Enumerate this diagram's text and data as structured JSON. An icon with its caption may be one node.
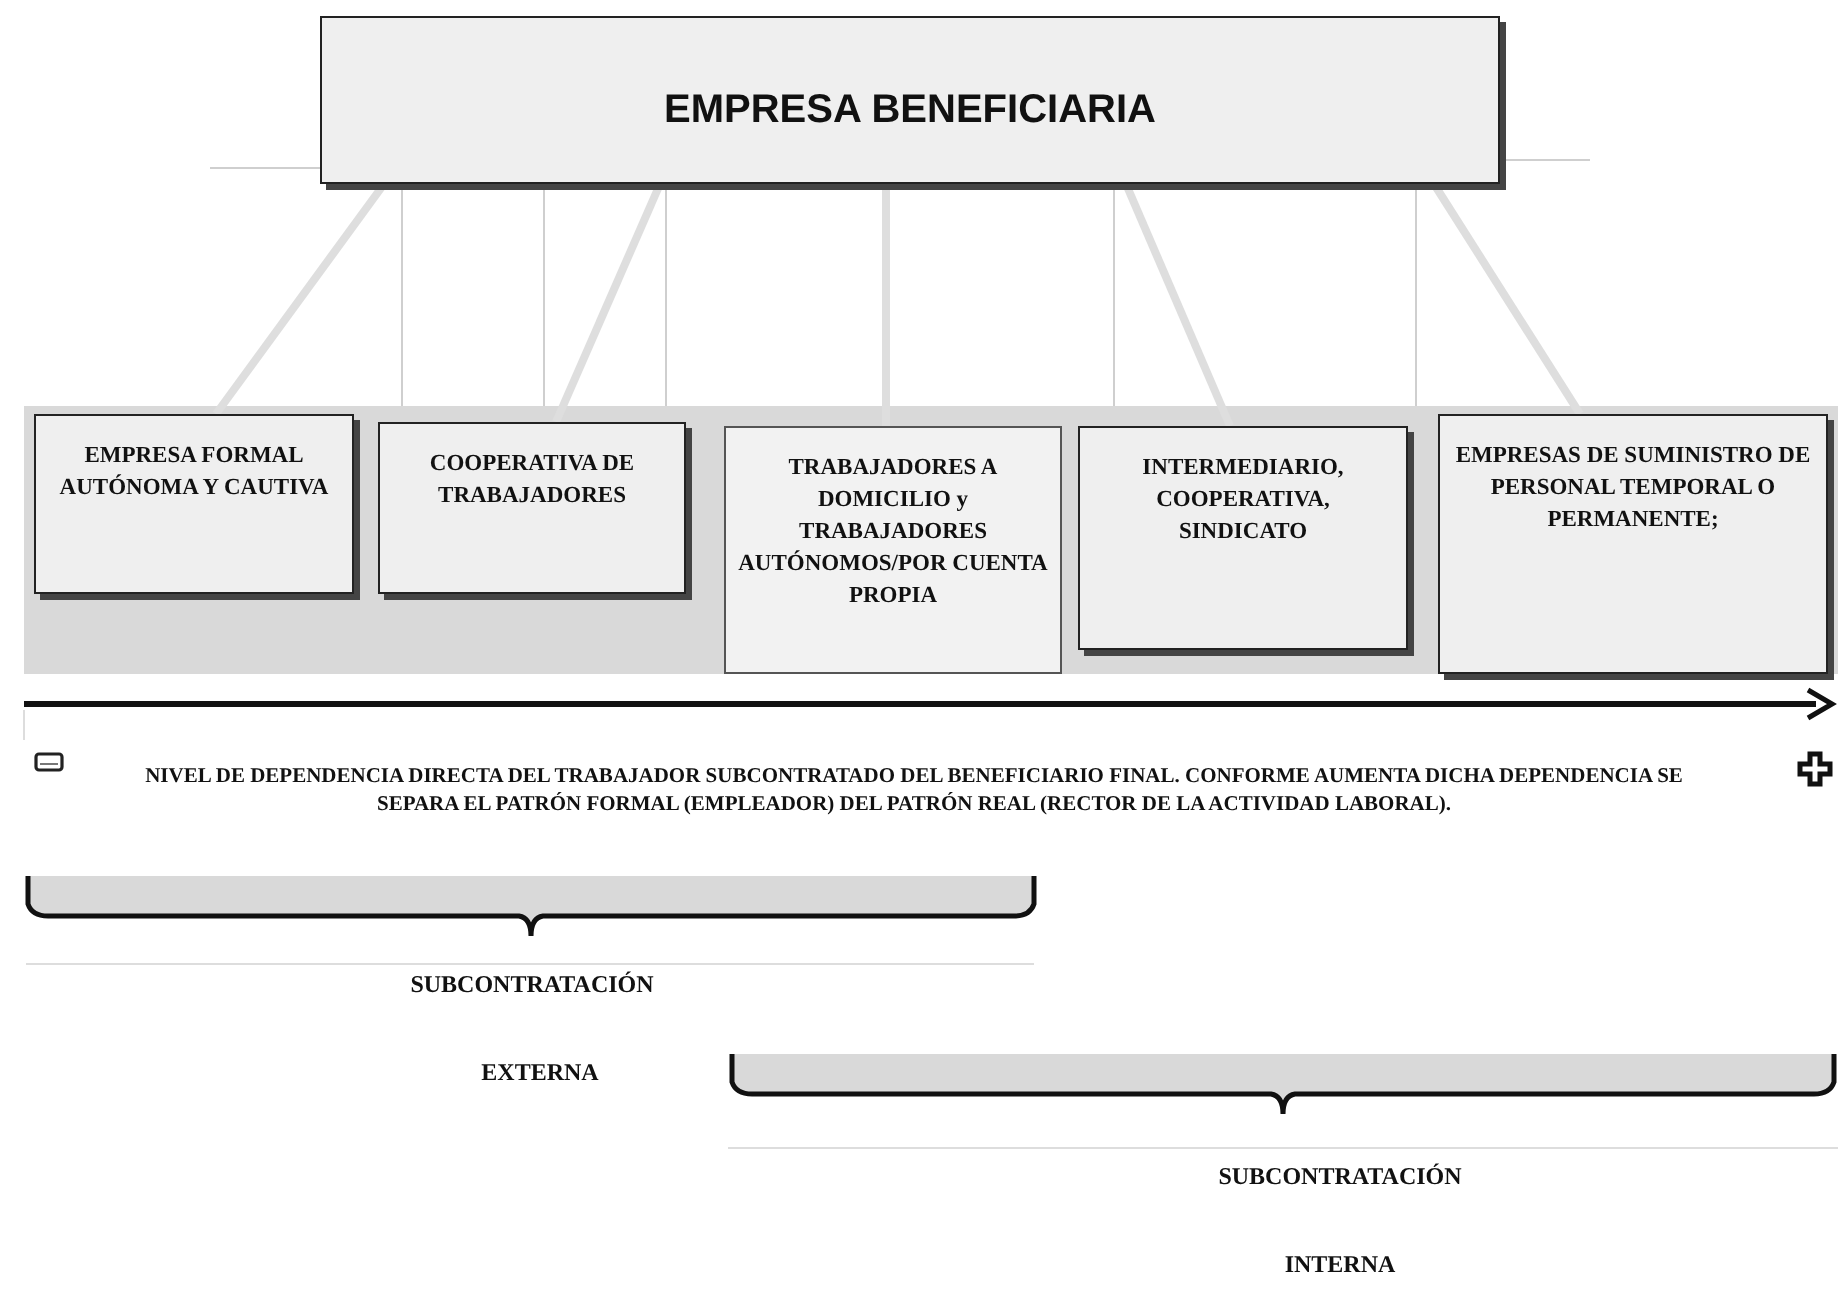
{
  "diagram": {
    "nodes": [
      {
        "text": [
          "EMPRESA BENEFICIARIA"
        ]
      },
      {
        "text": [
          "EMPRESA FORMAL AUTÓNOMA Y CAUTIVA"
        ]
      },
      {
        "text": [
          "COOPERATIVA DE TRABAJADORES"
        ]
      },
      {
        "text": [
          "TRABAJADORES A DOMICILIO y TRABAJADORES AUTÓNOMOS/POR CUENTA PROPIA"
        ]
      },
      {
        "text": [
          "INTERMEDIARIO, COOPERATIVA, SINDICATO"
        ]
      },
      {
        "text": [
          "EMPRESAS DE SUMINISTRO DE PERSONAL TEMPORAL O PERMANENTE;"
        ]
      }
    ],
    "edges": [
      {
        "from": 0,
        "to": 1,
        "arrow": "none"
      },
      {
        "from": 0,
        "to": 2,
        "arrow": "none"
      },
      {
        "from": 0,
        "to": 3,
        "arrow": "none"
      },
      {
        "from": 0,
        "to": 4,
        "arrow": "none"
      },
      {
        "from": 0,
        "to": 5,
        "arrow": "none"
      }
    ],
    "labels": [
      "NIVEL DE DEPENDENCIA DIRECTA DEL TRABAJADOR SUBCONTRATADO DEL BENEFICIARIO FINAL. CONFORME AUMENTA DICHA DEPENDENCIA SE SEPARA EL PATRÓN FORMAL (EMPLEADOR) DEL PATRÓN REAL (RECTOR DE LA ACTIVIDAD LABORAL).",
      "SUBCONTRATACIÓN",
      "EXTERNA",
      "SUBCONTRATACIÓN",
      "INTERNA"
    ]
  }
}
